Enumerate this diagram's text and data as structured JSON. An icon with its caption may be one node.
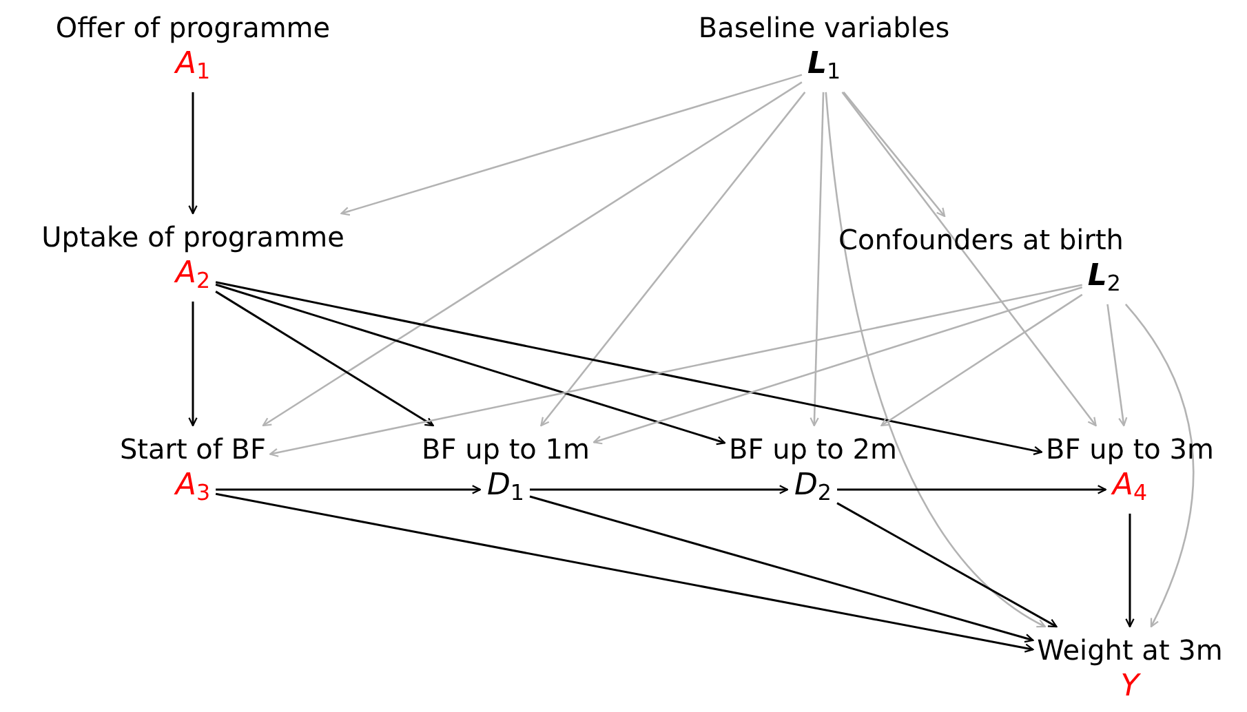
{
  "diagram": {
    "nodes": [
      {
        "text": [
          "Offer of programme",
          "A$_{1}$"
        ]
      },
      {
        "text": [
          "Baseline variables",
          "**L**$_{1}$"
        ]
      },
      {
        "text": [
          "Uptake of programme",
          "A$_{2}$"
        ]
      },
      {
        "text": [
          "Confounders at birth",
          "**L**$_{2}$"
        ]
      },
      {
        "text": [
          "Start of BF",
          "A$_{3}$"
        ]
      },
      {
        "text": [
          "BF up to 1m",
          "D$_{1}$"
        ]
      },
      {
        "text": [
          "BF up to 2m",
          "D$_{2}$"
        ]
      },
      {
        "text": [
          "BF up to 3m",
          "A$_{4}$"
        ]
      },
      {
        "text": [
          "Weight at 3m",
          "Y"
        ]
      }
    ],
    "edges": [
      {
        "from": 0,
        "to": 2,
        "arrow": "to"
      },
      {
        "from": 1,
        "to": 2,
        "arrow": "to",
        "color": "#b3b3b3"
      },
      {
        "from": 1,
        "to": 3,
        "arrow": "to",
        "color": "#b3b3b3"
      },
      {
        "from": 1,
        "to": 4,
        "arrow": "to",
        "color": "#b3b3b3"
      },
      {
        "from": 1,
        "to": 5,
        "arrow": "to",
        "color": "#b3b3b3"
      },
      {
        "from": 1,
        "to": 6,
        "arrow": "to",
        "color": "#b3b3b3"
      },
      {
        "from": 1,
        "to": 7,
        "arrow": "to",
        "color": "#b3b3b3"
      },
      {
        "from": 1,
        "to": 8,
        "arrow": "to",
        "color": "#b3b3b3"
      },
      {
        "from": 2,
        "to": 4,
        "arrow": "to"
      },
      {
        "from": 2,
        "to": 5,
        "arrow": "to"
      },
      {
        "from": 2,
        "to": 6,
        "arrow": "to"
      },
      {
        "from": 2,
        "to": 7,
        "arrow": "to"
      },
      {
        "from": 3,
        "to": 4,
        "arrow": "to",
        "color": "#b3b3b3"
      },
      {
        "from": 3,
        "to": 5,
        "arrow": "to",
        "color": "#b3b3b3"
      },
      {
        "from": 3,
        "to": 6,
        "arrow": "to",
        "color": "#b3b3b3"
      },
      {
        "from": 3,
        "to": 7,
        "arrow": "to",
        "color": "#b3b3b3"
      },
      {
        "from": 3,
        "to": 8,
        "arrow": "to",
        "color": "#b3b3b3"
      },
      {
        "from": 4,
        "to": 5,
        "arrow": "to"
      },
      {
        "from": 5,
        "to": 6,
        "arrow": "to"
      },
      {
        "from": 6,
        "to": 7,
        "arrow": "to"
      },
      {
        "from": 7,
        "to": 8,
        "arrow": "to"
      },
      {
        "from": 4,
        "to": 8,
        "arrow": "to"
      },
      {
        "from": 5,
        "to": 8,
        "arrow": "to"
      },
      {
        "from": 6,
        "to": 8,
        "arrow": "to"
      }
    ]
  }
}
